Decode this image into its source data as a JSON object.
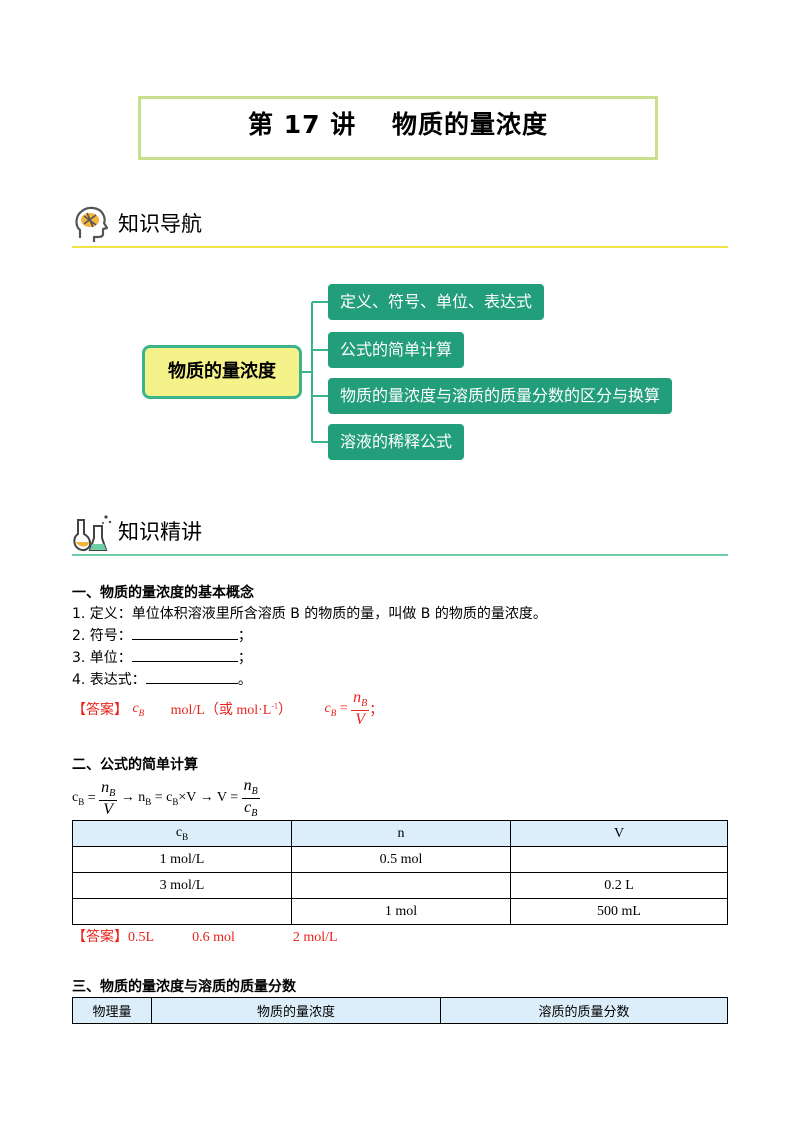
{
  "title": "第 17 讲　 物质的量浓度",
  "nav_heading": "知识导航",
  "mindmap": {
    "root": "物质的量浓度",
    "branches": [
      "定义、符号、单位、表达式",
      "公式的简单计算",
      "物质的量浓度与溶质的质量分数的区分与换算",
      "溶液的稀释公式"
    ]
  },
  "lecture_heading": "知识精讲",
  "section1": {
    "heading": "一、物质的量浓度的基本概念",
    "line1_prefix": "1. 定义：单位体积溶液里所含溶质 B 的物质的量，叫做 B 的物质的量浓度。",
    "line2": "2. 符号：",
    "line2_suffix": "；",
    "line3": "3. 单位：",
    "line3_suffix": "；",
    "line4": "4. 表达式：",
    "line4_suffix": "。",
    "answer_tag": "【答案】",
    "answer_symbol": "c",
    "answer_symbol_sub": "B",
    "answer_unit": "mol/L（或 mol·L",
    "answer_unit_sup": "-1",
    "answer_unit_close": "）",
    "answer_expr_lhs": "c",
    "answer_expr_lhs_sub": "B",
    "answer_expr_eq": " = ",
    "answer_frac_num": "n",
    "answer_frac_num_sub": "B",
    "answer_frac_den": "V",
    "answer_end": "；"
  },
  "section2": {
    "heading": "二、公式的简单计算",
    "f_c": "c",
    "f_c_sub": "B",
    "f_eq": " = ",
    "f_num": "n",
    "f_num_sub": "B",
    "f_den": "V",
    "f_mid": " → n",
    "f_mid_sub": "B",
    "f_mid2": " = c",
    "f_mid2_sub": "B",
    "f_mid3": "×V → V = ",
    "f2_num": "n",
    "f2_num_sub": "B",
    "f2_den": "c",
    "f2_den_sub": "B",
    "table": {
      "headers": [
        "c",
        "n",
        "V"
      ],
      "header_c_sub": "B",
      "rows": [
        [
          "1 mol/L",
          "0.5 mol",
          ""
        ],
        [
          "3 mol/L",
          "",
          "0.2 L"
        ],
        [
          "",
          "1 mol",
          "500 mL"
        ]
      ]
    },
    "answer_tag": "【答案】",
    "answers": [
      "0.5L",
      "0.6 mol",
      "2 mol/L"
    ]
  },
  "section3": {
    "heading": "三、物质的量浓度与溶质的质量分数",
    "table_headers": [
      "物理量",
      "物质的量浓度",
      "溶质的质量分数"
    ]
  },
  "colors": {
    "title_border": "#c8df8c",
    "nav_line": "#f2e24a",
    "lecture_line": "#6fd0a8",
    "node_green": "#229e7a",
    "root_fill": "#f5f28a",
    "answer_red": "#e8221c",
    "table_header": "#ddeefb"
  }
}
